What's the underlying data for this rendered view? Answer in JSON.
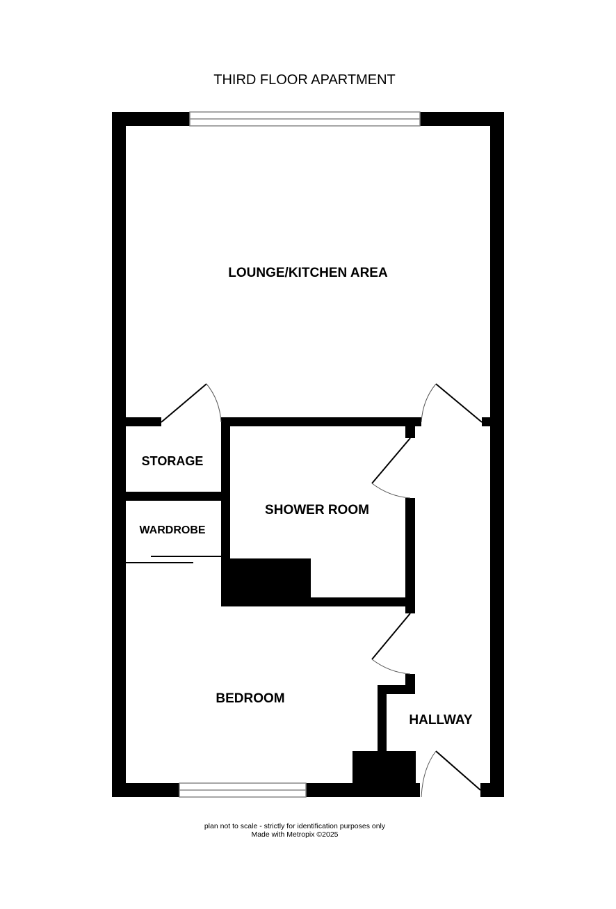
{
  "title": "THIRD FLOOR APARTMENT",
  "rooms": {
    "lounge": "LOUNGE/KITCHEN AREA",
    "storage": "STORAGE",
    "wardrobe": "WARDROBE",
    "shower": "SHOWER ROOM",
    "bedroom": "BEDROOM",
    "hallway": "HALLWAY"
  },
  "footer": {
    "disclaimer": "plan not to scale - strictly for identification purposes only",
    "credit": "Made with Metropix ©2025"
  }
}
